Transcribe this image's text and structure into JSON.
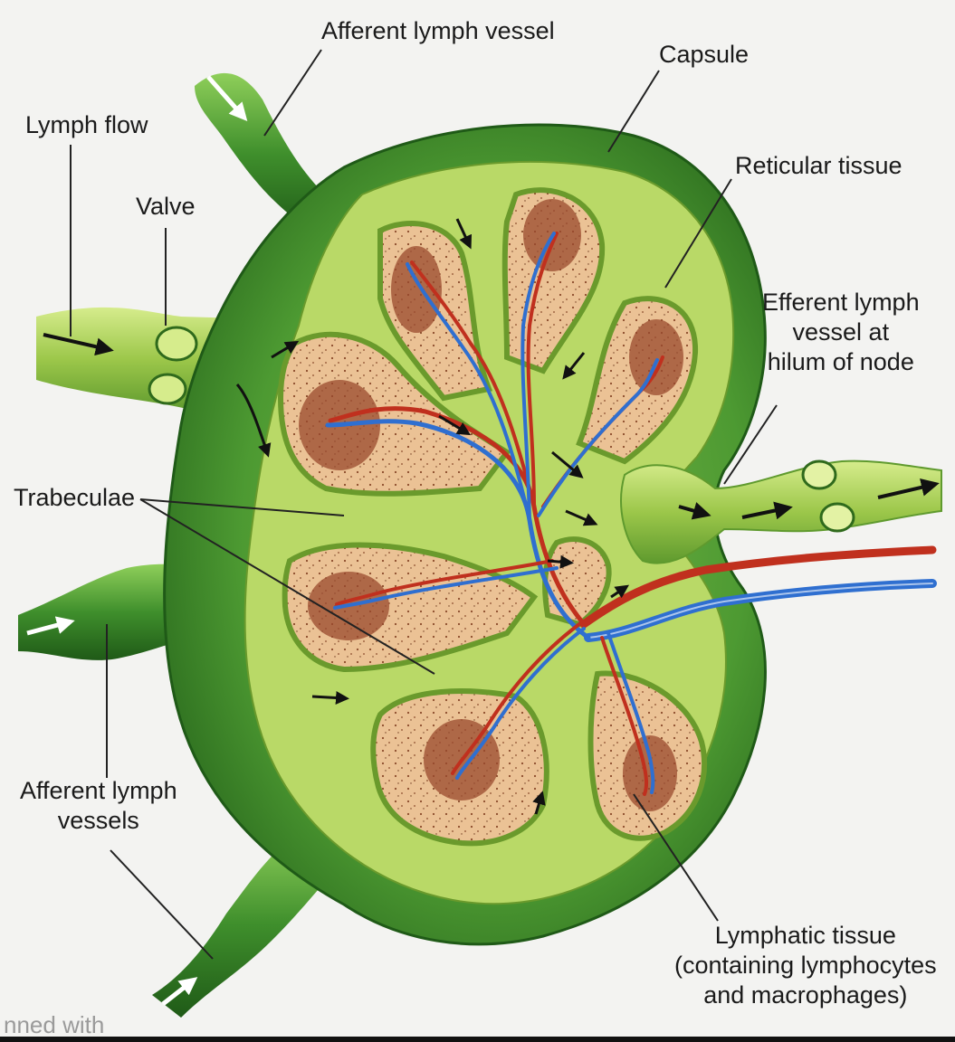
{
  "labels": {
    "afferent_top": "Afferent lymph vessel",
    "capsule": "Capsule",
    "lymph_flow": "Lymph flow",
    "valve": "Valve",
    "reticular": "Reticular tissue",
    "efferent_1": "Efferent lymph",
    "efferent_2": "vessel at",
    "efferent_3": "hilum of node",
    "trabeculae": "Trabeculae",
    "afferent_vessels_1": "Afferent lymph",
    "afferent_vessels_2": "vessels",
    "lymphatic_1": "Lymphatic tissue",
    "lymphatic_2": "(containing lymphocytes",
    "lymphatic_3": "and macrophages)"
  },
  "watermark": "nned with",
  "colors": {
    "capsule_green": "#3f8f2c",
    "trabecula_green": "#9fc84a",
    "lymphatic_tissue": "#e8b98a",
    "germinal_center": "#9a4a2e",
    "artery": "#c0301e",
    "vein": "#2f6fd0"
  }
}
